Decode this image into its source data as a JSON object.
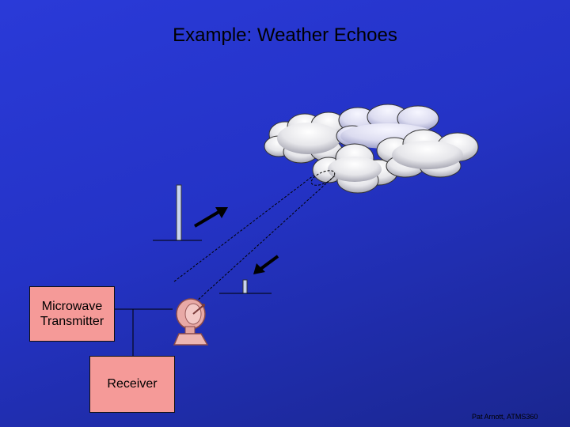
{
  "slide": {
    "title": "Example: Weather Echoes",
    "footer": "Pat Arnott, ATMS360"
  },
  "boxes": {
    "transmitter": [
      "Microwave",
      "Transmitter"
    ],
    "receiver": "Receiver"
  },
  "icons": [
    "cloud-icon",
    "radar-dish-icon",
    "outgoing-pulse-arrow-icon",
    "return-echo-arrow-icon"
  ],
  "colors": {
    "background": "#2433c6",
    "box_fill": "#f59a98",
    "cloud_fill": "#e8e8f0",
    "pulse_bar": "#c8d4f0"
  }
}
